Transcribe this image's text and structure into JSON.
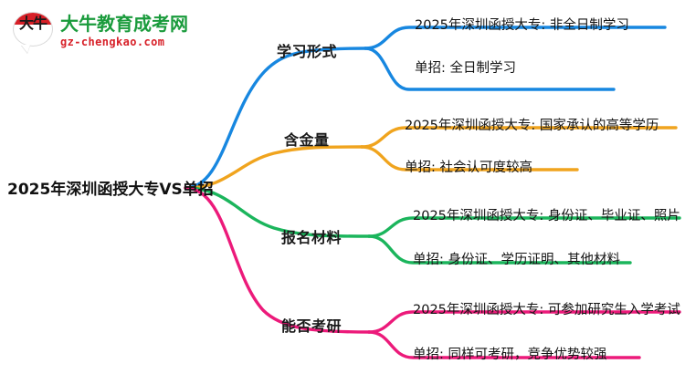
{
  "logo": {
    "mark_text": "大牛",
    "name_cn": "大牛教育成考网",
    "domain": "gz-chengkao.com",
    "colors": {
      "cn": "#1a9b3c",
      "domain": "#d71f27",
      "bubble_top": "#d71f27"
    }
  },
  "mindmap": {
    "root": {
      "label": "2025年深圳函授大专VS单招"
    },
    "branches": [
      {
        "label": "学习形式",
        "color": "#1787e0",
        "leaves": [
          {
            "label": "2025年深圳函授大专: 非全日制学习"
          },
          {
            "label": "单招: 全日制学习"
          }
        ]
      },
      {
        "label": "含金量",
        "color": "#f0a41e",
        "leaves": [
          {
            "label": "2025年深圳函授大专: 国家承认的高等学历"
          },
          {
            "label": "单招: 社会认可度较高"
          }
        ]
      },
      {
        "label": "报名材料",
        "color": "#1bb55c",
        "leaves": [
          {
            "label": "2025年深圳函授大专: 身份证、毕业证、照片"
          },
          {
            "label": "单招: 身份证、学历证明、其他材料"
          }
        ]
      },
      {
        "label": "能否考研",
        "color": "#ec1a7a",
        "leaves": [
          {
            "label": "2025年深圳函授大专: 可参加研究生入学考试"
          },
          {
            "label": "单招: 同样可考研，竞争优势较强"
          }
        ]
      }
    ]
  }
}
